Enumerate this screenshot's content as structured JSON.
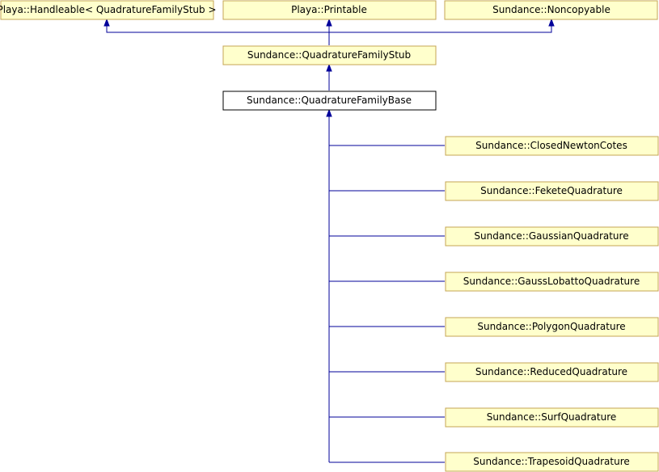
{
  "colors": {
    "node_fill": "#ffffcc",
    "node_border": "#c4a454",
    "current_fill": "#ffffff",
    "current_border": "#000000",
    "edge": "#00009a"
  },
  "nodes": {
    "handleable": "Playa::Handleable< QuadratureFamilyStub >",
    "printable": "Playa::Printable",
    "noncopyable": "Sundance::Noncopyable",
    "stub": "Sundance::QuadratureFamilyStub",
    "base": "Sundance::QuadratureFamilyBase",
    "closed_newton_cotes": "Sundance::ClosedNewtonCotes",
    "fekete": "Sundance::FeketeQuadrature",
    "gaussian": "Sundance::GaussianQuadrature",
    "gauss_lobatto": "Sundance::GaussLobattoQuadrature",
    "polygon": "Sundance::PolygonQuadrature",
    "reduced": "Sundance::ReducedQuadrature",
    "surf": "Sundance::SurfQuadrature",
    "trapesoid": "Sundance::TrapesoidQuadrature"
  }
}
